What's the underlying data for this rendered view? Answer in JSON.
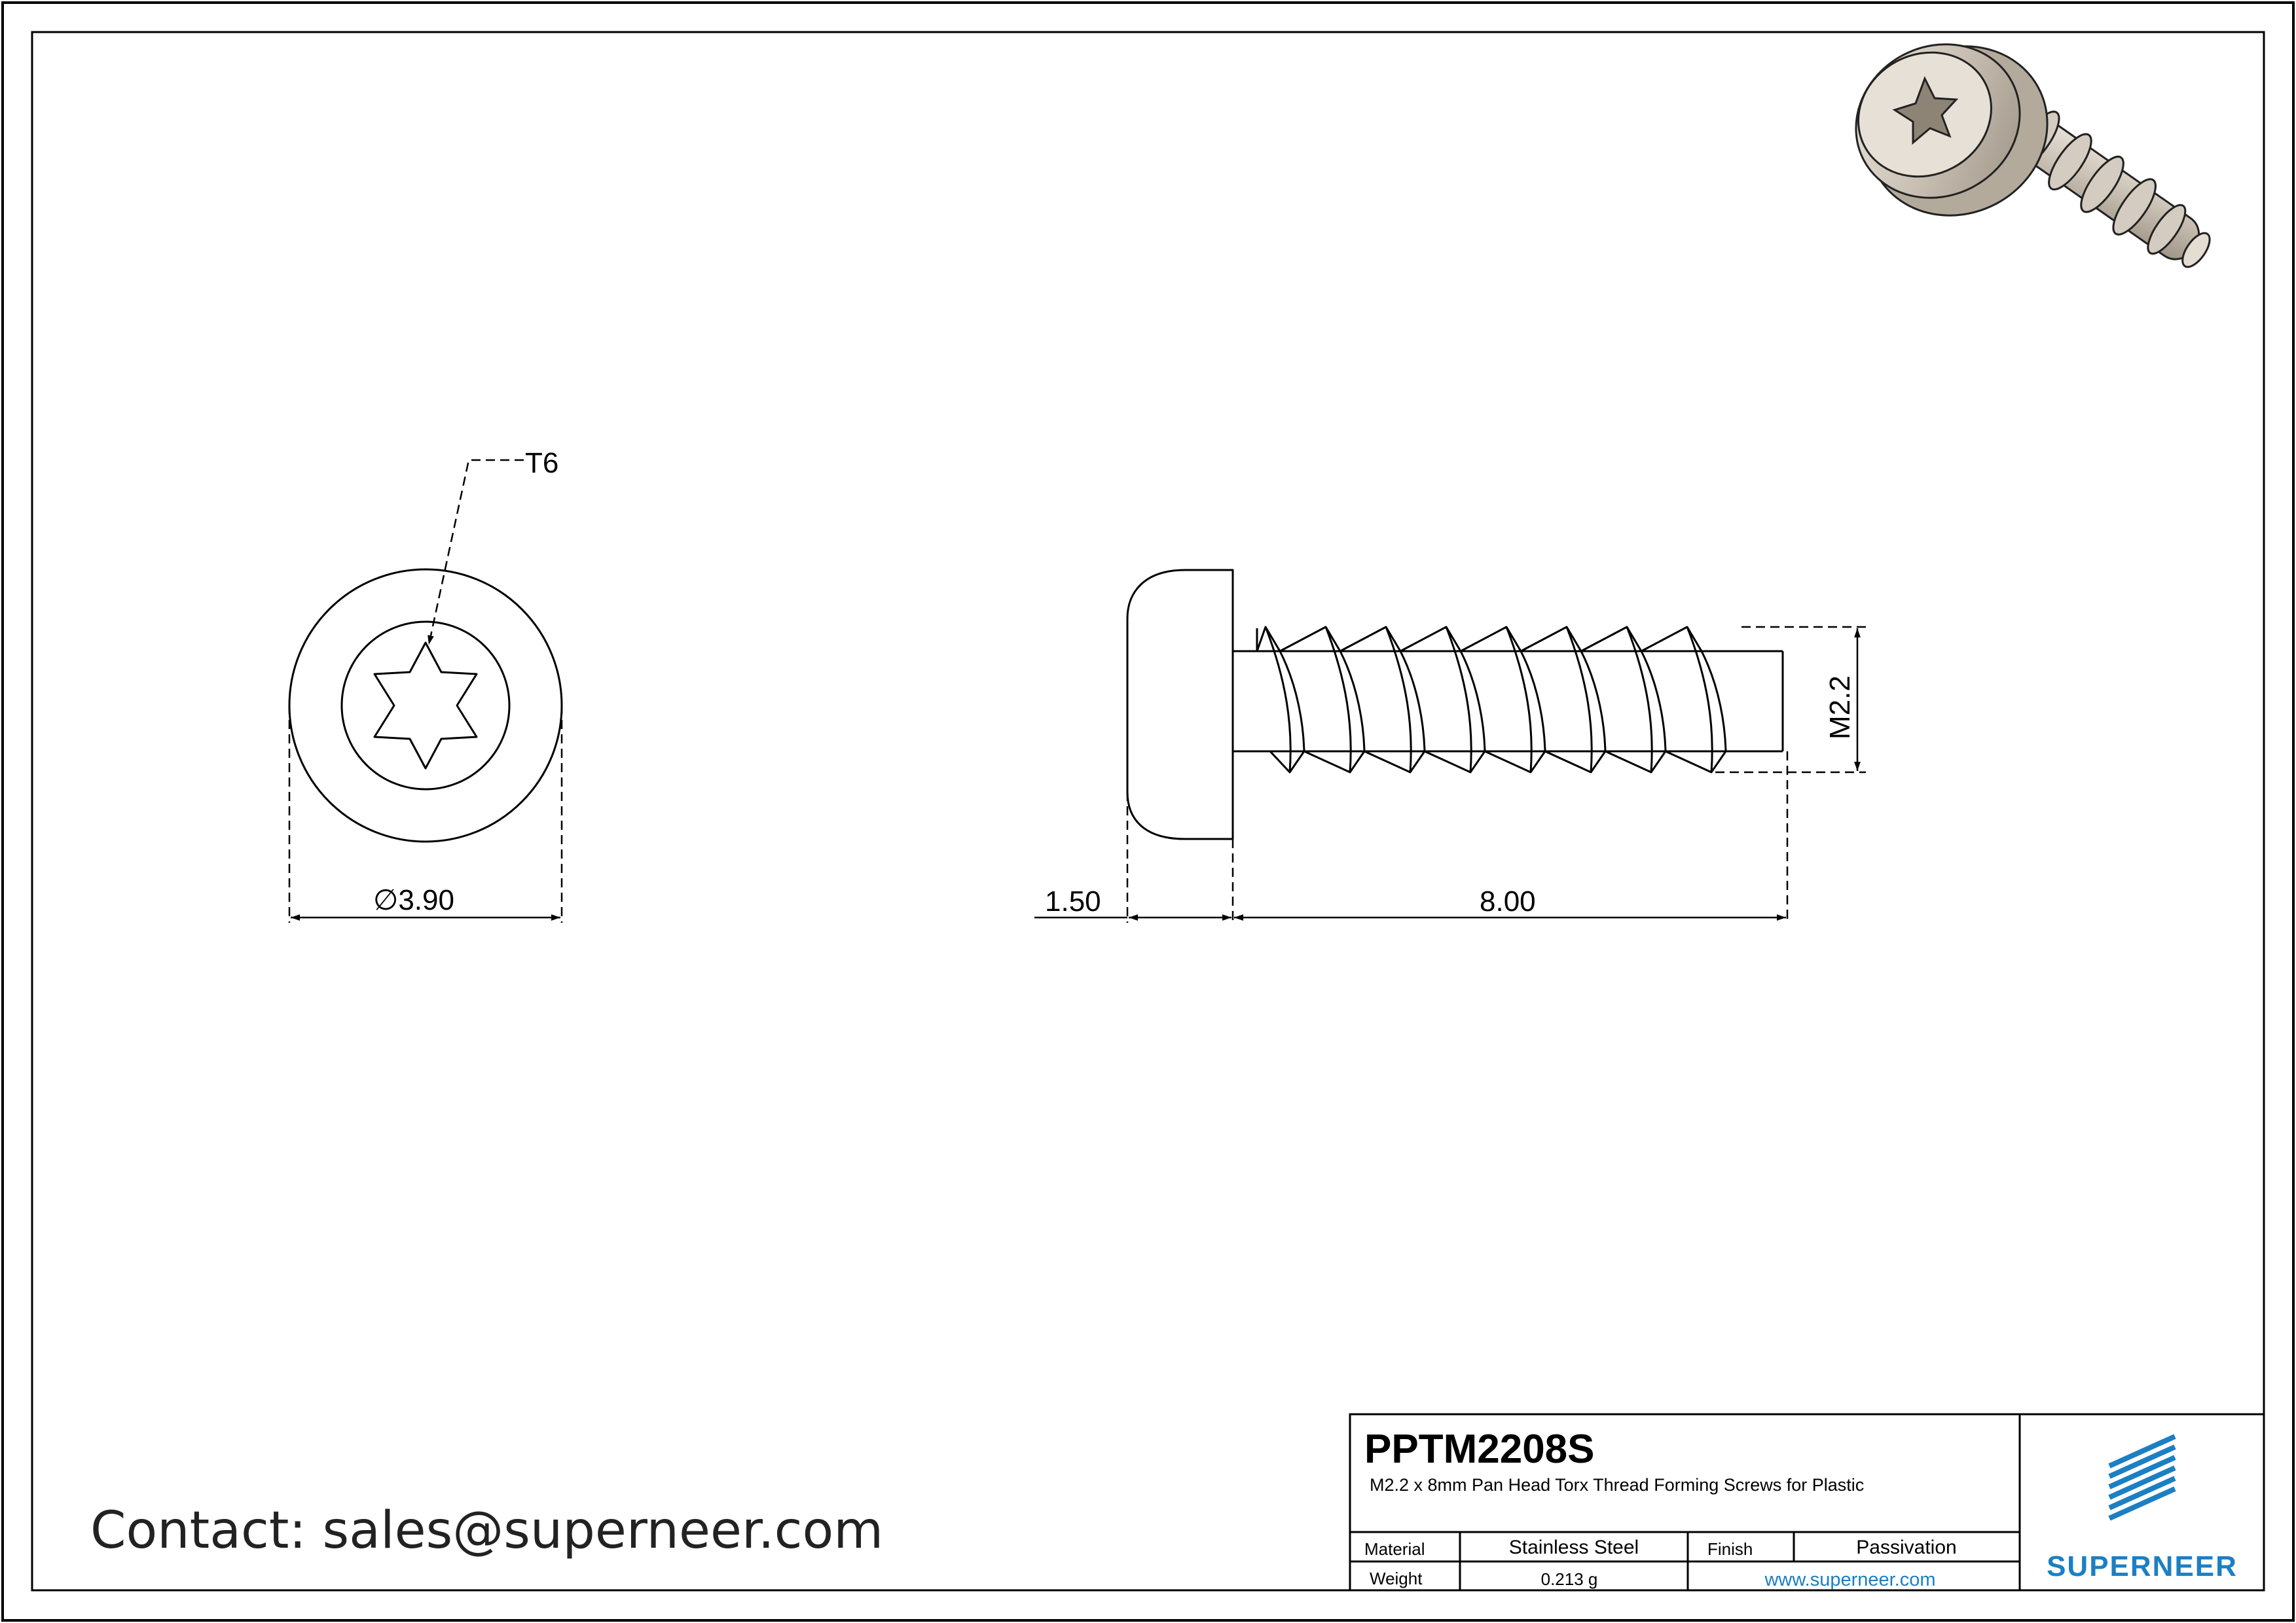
{
  "drawing": {
    "callouts": {
      "drive": "T6",
      "head_diameter_symbol": "∅",
      "head_diameter": "3.90",
      "head_height": "1.50",
      "length": "8.00",
      "thread": "M2.2"
    }
  },
  "title_block": {
    "part_number": "PPTM2208S",
    "description": "M2.2 x 8mm Pan Head Torx Thread Forming Screws for Plastic",
    "material_label": "Material",
    "material_value": "Stainless Steel",
    "finish_label": "Finish",
    "finish_value": "Passivation",
    "weight_label": "Weight",
    "weight_value": "0.213 g",
    "website": "www.superneer.com",
    "brand": "SUPERNEER"
  },
  "contact": "Contact: sales@superneer.com",
  "colors": {
    "line": "#000000",
    "brand_blue": "#1c7fc3",
    "screw_shade": "#c9c0b3"
  }
}
